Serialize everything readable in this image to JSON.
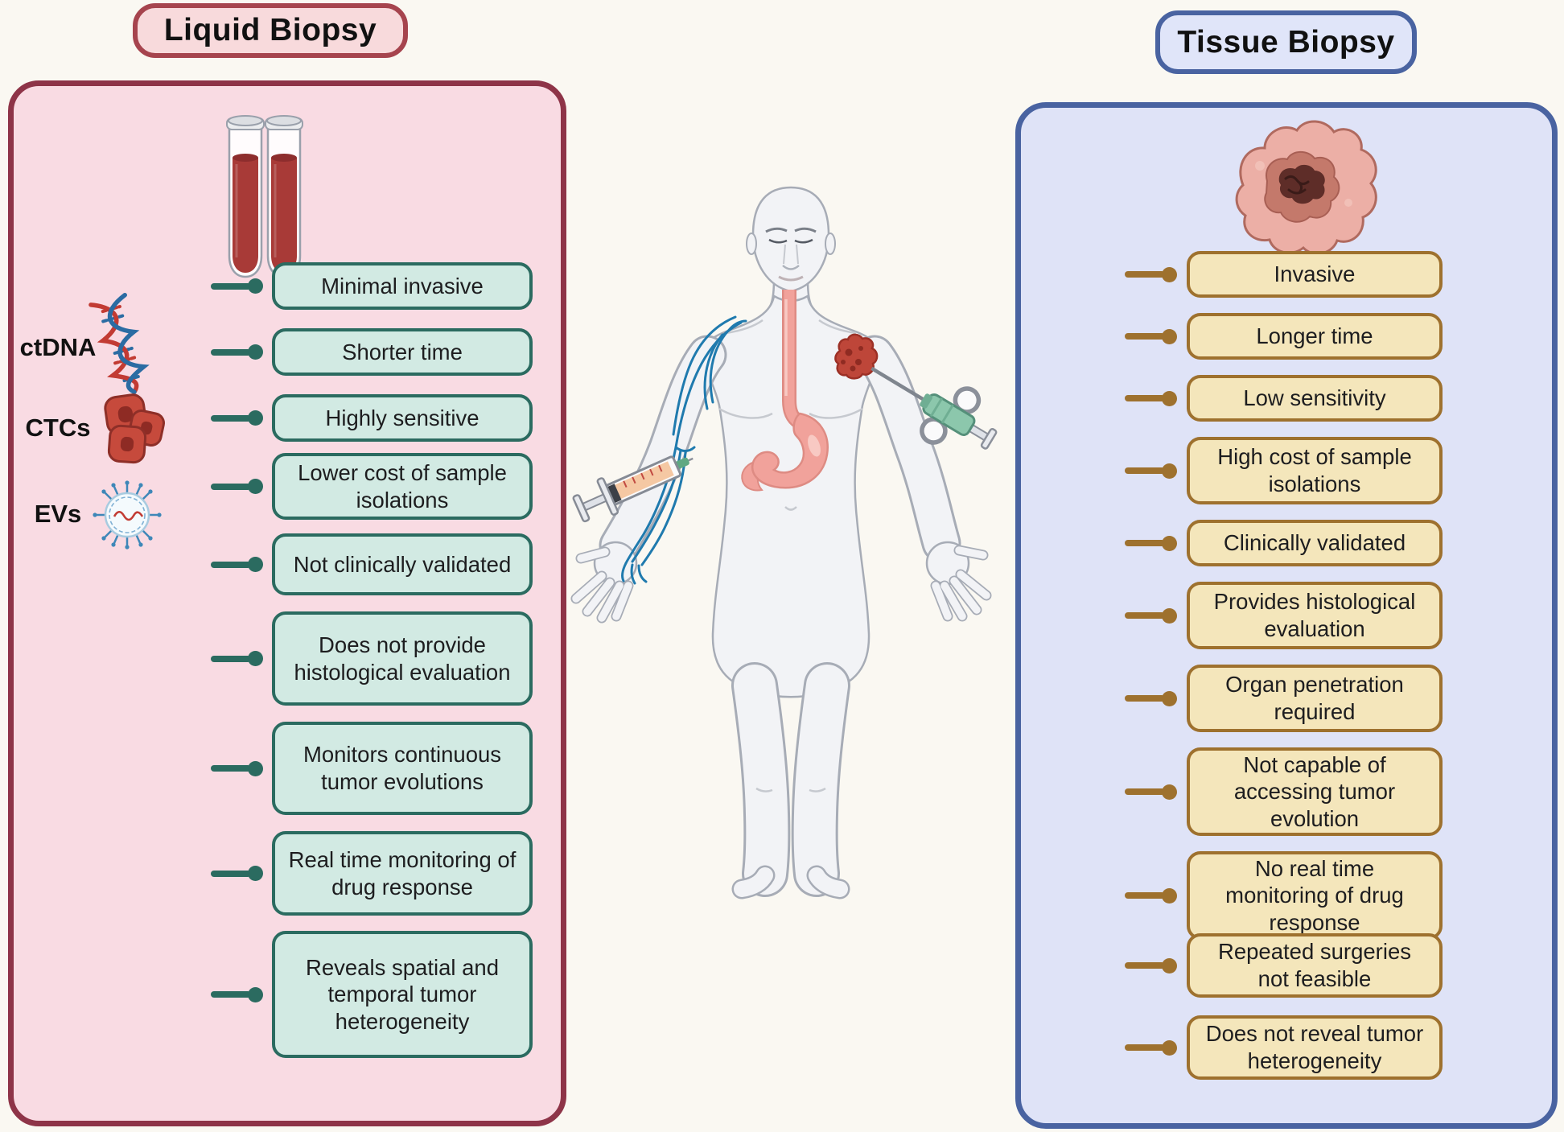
{
  "figure": {
    "background_color": "#FAF8F2",
    "left_panel": {
      "title": "Liquid Biopsy",
      "accent_color": "#8E3448",
      "panel_fill": "#F9DBE3",
      "box_fill": "#D2EAE3",
      "box_border": "#2B6B60",
      "sample_icon": "blood-test-tubes-icon",
      "markers": [
        {
          "label": "ctDNA",
          "icon": "dna-helix-icon"
        },
        {
          "label": "CTCs",
          "icon": "circulating-tumor-cells-icon"
        },
        {
          "label": "EVs",
          "icon": "extracellular-vesicle-icon"
        }
      ],
      "features": [
        "Minimal invasive",
        "Shorter time",
        "Highly sensitive",
        "Lower cost of sample isolations",
        "Not clinically validated",
        "Does not provide histological evaluation",
        "Monitors continuous tumor evolutions",
        "Real time monitoring of drug response",
        "Reveals spatial and temporal tumor heterogeneity"
      ]
    },
    "right_panel": {
      "title": "Tissue Biopsy",
      "accent_color": "#4963A1",
      "panel_fill": "#DFE3F7",
      "box_fill": "#F4E6BB",
      "box_border": "#9E712E",
      "sample_icon": "tumor-tissue-icon",
      "features": [
        "Invasive",
        "Longer time",
        "Low sensitivity",
        "High cost of sample isolations",
        "Clinically validated",
        "Provides histological evaluation",
        "Organ penetration required",
        "Not capable of accessing tumor evolution",
        "No real time monitoring of drug response",
        "Repeated surgeries not feasible",
        "Does not reveal tumor heterogeneity"
      ]
    },
    "center_illustration": {
      "icons": [
        "human-body-icon",
        "arm-veins-icon",
        "blood-draw-syringe-icon",
        "esophagus-stomach-icon",
        "chest-tumor-icon",
        "biopsy-needle-gun-icon"
      ]
    }
  }
}
